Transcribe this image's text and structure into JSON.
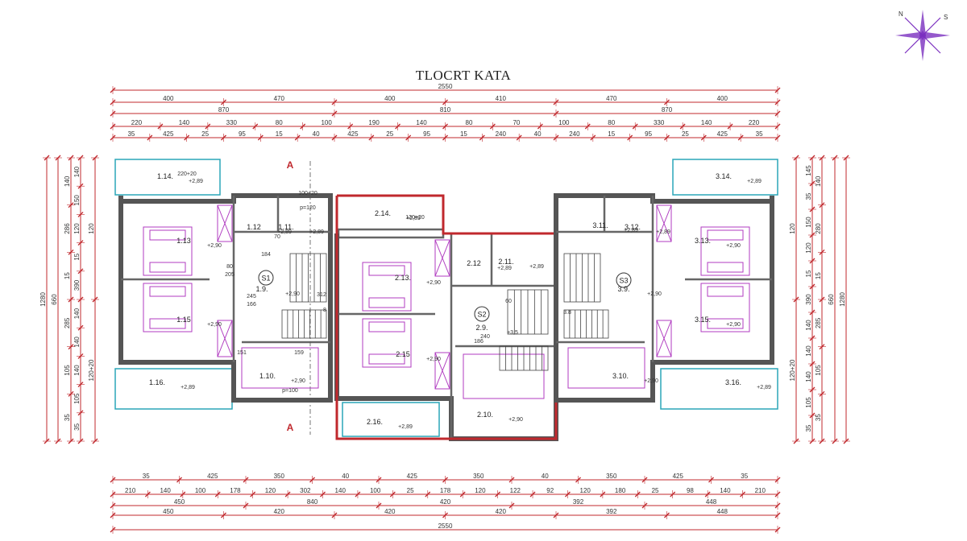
{
  "title": "TLOCRT KATA",
  "colors": {
    "dimension": "#c0282d",
    "wall": "#555555",
    "glass": "#2aa6b8",
    "furniture": "#b03bc0",
    "highlight": "#c0282d",
    "compass": "#7b2fbf"
  },
  "compass": {
    "icon": "compass-rose-icon",
    "letters": [
      "N",
      "S"
    ]
  },
  "top_dimensions": [
    [
      "2550"
    ],
    [
      "400",
      "470",
      "400",
      "410",
      "470",
      "400"
    ],
    [
      "870",
      "810",
      "870"
    ],
    [
      "220",
      "140",
      "330",
      "80",
      "100",
      "190",
      "140",
      "80",
      "70",
      "100",
      "80",
      "330",
      "140",
      "220"
    ],
    [
      "35",
      "425",
      "25",
      "95",
      "15",
      "40",
      "425",
      "25",
      "95",
      "15",
      "240",
      "40",
      "240",
      "15",
      "95",
      "25",
      "425",
      "35"
    ]
  ],
  "bottom_dimensions": [
    [
      "35",
      "425",
      "350",
      "40",
      "425",
      "350",
      "40",
      "350",
      "425",
      "35"
    ],
    [
      "210",
      "140",
      "100",
      "178",
      "120",
      "302",
      "140",
      "100",
      "25",
      "178",
      "120",
      "122",
      "92",
      "120",
      "180",
      "25",
      "98",
      "140",
      "210"
    ],
    [
      "450",
      "840",
      "420",
      "392",
      "448"
    ],
    [
      "450",
      "420",
      "420",
      "420",
      "392",
      "448"
    ],
    [
      "2550"
    ]
  ],
  "left_dimensions": [
    [
      "140",
      "150",
      "120",
      "15",
      "390",
      "140",
      "140",
      "140",
      "105",
      "35"
    ],
    [
      "140",
      "286",
      "15",
      "285",
      "105",
      "35"
    ],
    [
      "120",
      "120+20"
    ],
    [
      "660"
    ],
    [
      "1280"
    ]
  ],
  "right_dimensions": [
    [
      "145",
      "35",
      "150",
      "120",
      "15",
      "390",
      "140",
      "140",
      "140",
      "105",
      "35"
    ],
    [
      "140",
      "280",
      "15",
      "285",
      "105",
      "35"
    ],
    [
      "120",
      "120+20"
    ],
    [
      "660"
    ],
    [
      "1280"
    ]
  ],
  "rooms": [
    {
      "id": "1.14.",
      "level": "+2,89"
    },
    {
      "id": "1.13",
      "level": "+2,90"
    },
    {
      "id": "1.15",
      "level": "+2,90"
    },
    {
      "id": "1.16.",
      "level": "+2,89"
    },
    {
      "id": "1.12",
      "level": "+2,89"
    },
    {
      "id": "1.11.",
      "level": "+2,89"
    },
    {
      "id": "1.9.",
      "level": "+2,90"
    },
    {
      "id": "1.10.",
      "level": "+2,90"
    },
    {
      "id": "2.14.",
      "level": "+2,89"
    },
    {
      "id": "2.13.",
      "level": "+2,90"
    },
    {
      "id": "2.15",
      "level": "+2,90"
    },
    {
      "id": "2.16.",
      "level": "+2,89"
    },
    {
      "id": "2.12",
      "level": "+2,89"
    },
    {
      "id": "2.11.",
      "level": "+2,89"
    },
    {
      "id": "2.9.",
      "level": "+3,5"
    },
    {
      "id": "2.10.",
      "level": "+2,90"
    },
    {
      "id": "3.14.",
      "level": "+2,89"
    },
    {
      "id": "3.13.",
      "level": "+2,90"
    },
    {
      "id": "3.15.",
      "level": "+2,90"
    },
    {
      "id": "3.16.",
      "level": "+2,89"
    },
    {
      "id": "3.12.",
      "level": "+2,89"
    },
    {
      "id": "3.11.",
      "level": "+2,89"
    },
    {
      "id": "3.9.",
      "level": "+2,90"
    },
    {
      "id": "3.10.",
      "level": "+2,90"
    }
  ],
  "stair_labels": [
    "S1",
    "S2",
    "S3"
  ],
  "section_marker": "A",
  "misc_labels": [
    "p=120",
    "p=100",
    "220+20",
    "100+20",
    "120+20",
    "245",
    "166",
    "151",
    "159",
    "80",
    "205",
    "70",
    "184",
    "312",
    "8",
    "3.8",
    "240",
    "186",
    "60"
  ]
}
